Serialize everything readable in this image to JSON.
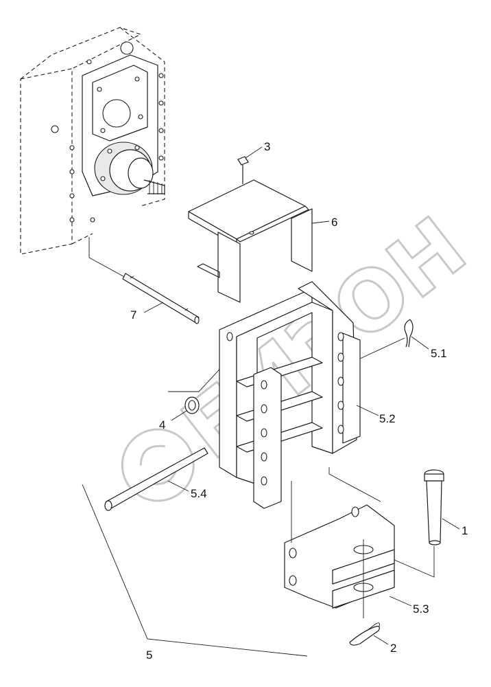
{
  "callouts": {
    "c1": "1",
    "c2": "2",
    "c3": "3",
    "c4": "4",
    "c5": "5",
    "c5_1": "5.1",
    "c5_2": "5.2",
    "c5_3": "5.3",
    "c5_4": "5.4",
    "c6": "6",
    "c7": "7"
  },
  "watermark": {
    "text": "БИЗОН",
    "color": "#c8c8c8"
  },
  "colors": {
    "line": "#1a1a1a",
    "background": "#ffffff"
  }
}
